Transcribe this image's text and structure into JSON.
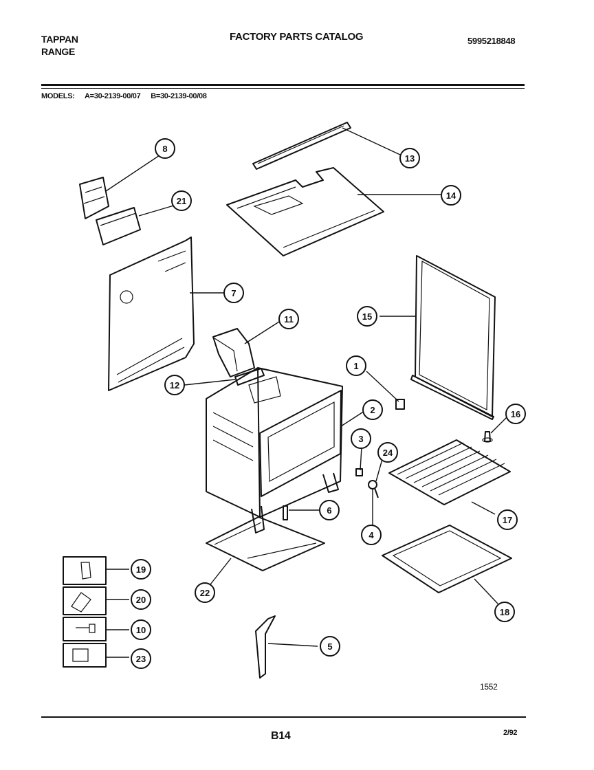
{
  "header": {
    "brand_line1": "TAPPAN",
    "brand_line2": "RANGE",
    "title": "FACTORY PARTS CATALOG",
    "catalog_number": "5995218848"
  },
  "models": {
    "label": "MODELS:",
    "model_a": "A=30-2139-00/07",
    "model_b": "B=30-2139-00/08"
  },
  "diagram": {
    "callouts": [
      "8",
      "21",
      "13",
      "14",
      "7",
      "15",
      "11",
      "12",
      "1",
      "2",
      "16",
      "3",
      "24",
      "6",
      "17",
      "4",
      "19",
      "20",
      "22",
      "10",
      "18",
      "5",
      "23"
    ],
    "drawing_number": "1552"
  },
  "footer": {
    "page_number": "B14",
    "date": "2/92"
  }
}
